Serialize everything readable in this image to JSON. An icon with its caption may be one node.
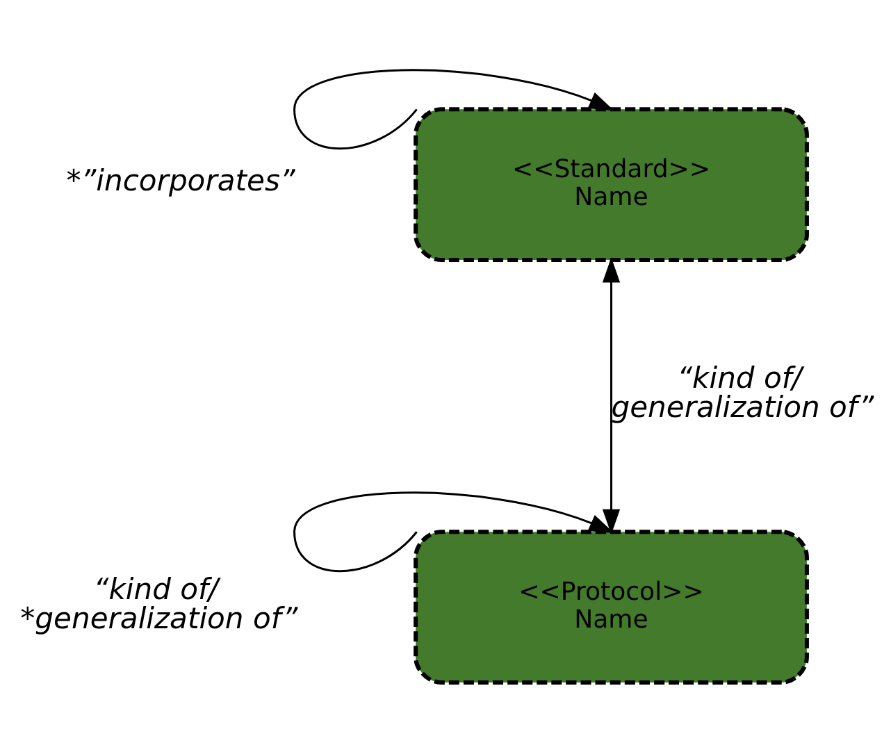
{
  "diagram": {
    "nodes": [
      {
        "text": [
          "<<Standard>>",
          "Name"
        ]
      },
      {
        "text": [
          "<<Protocol>>",
          "Name"
        ]
      }
    ],
    "edges": [
      {
        "from": 0,
        "to": 0,
        "arrow": "to",
        "label": "*”incorporates”"
      },
      {
        "from": 0,
        "to": 1,
        "arrow": "both",
        "label": "“kind of/ generalization of”"
      },
      {
        "from": 1,
        "to": 1,
        "arrow": "to",
        "label": "“kind of/ *generalization of”"
      }
    ]
  }
}
